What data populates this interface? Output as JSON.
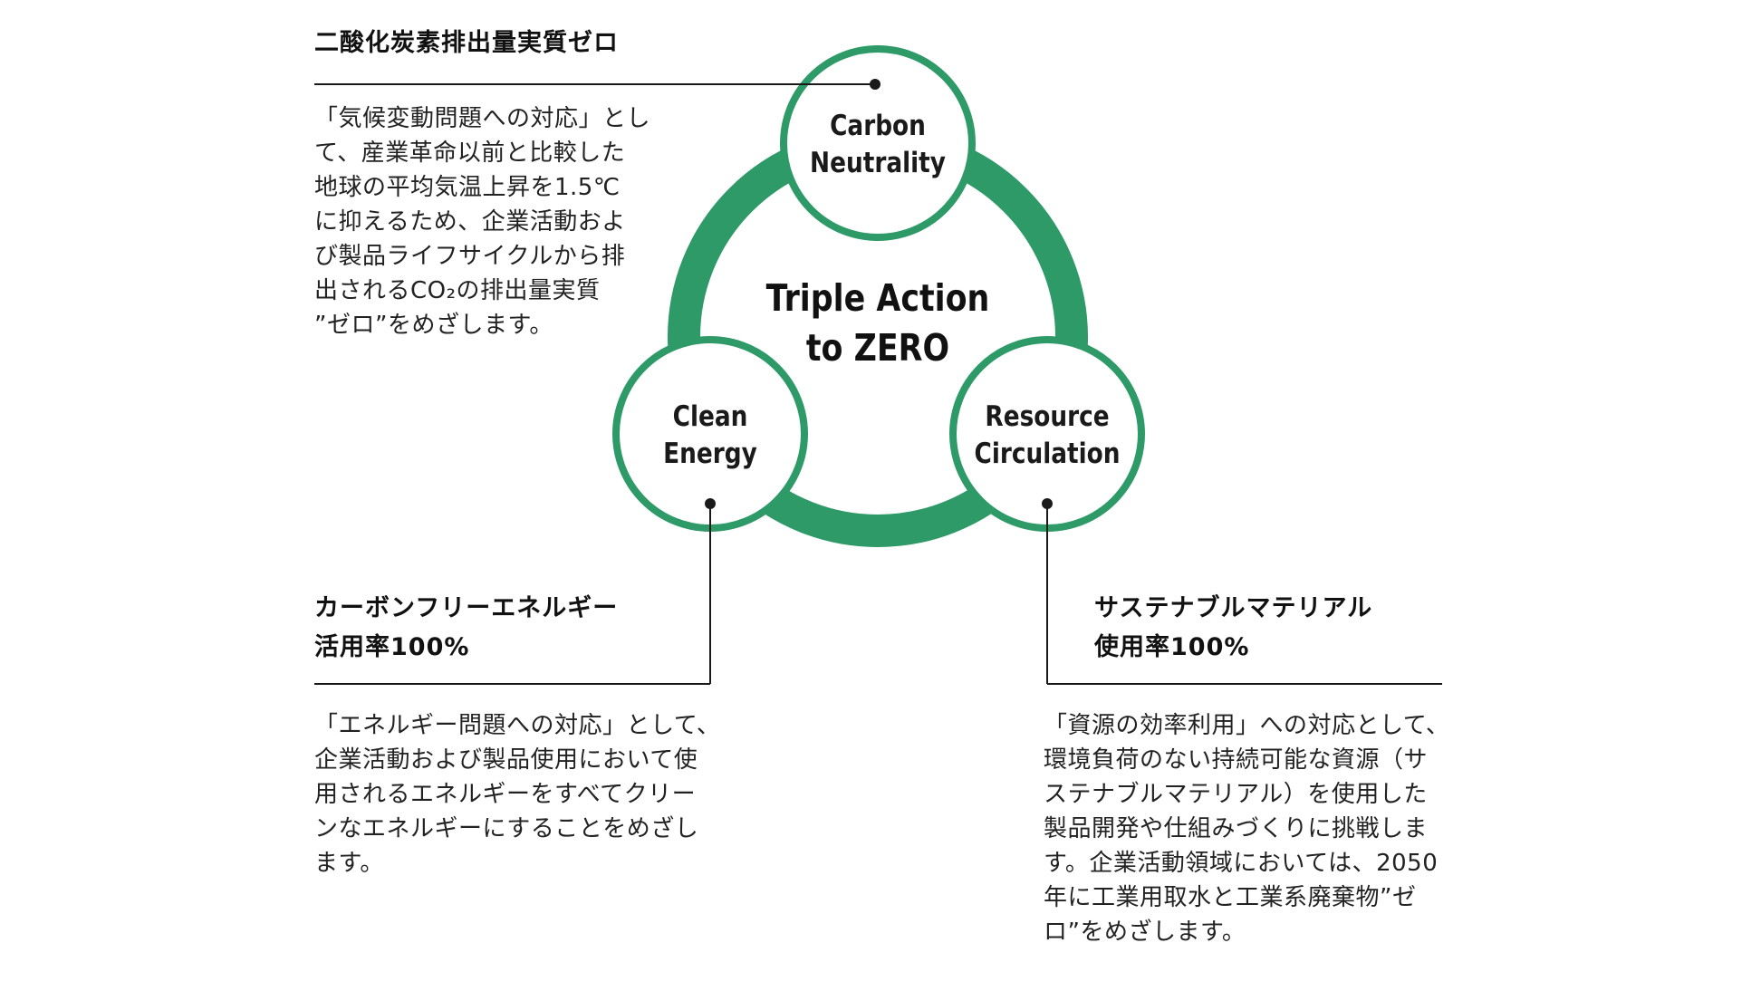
{
  "page": {
    "background_color": "#ffffff"
  },
  "colors": {
    "green": "#2e9a68",
    "heading_text": "#111111",
    "body_text": "#222222",
    "connector_line": "#1a1a1a"
  },
  "diagram": {
    "center_label": "Triple Action\nto ZERO",
    "nodes": {
      "carbon": {
        "label": "Carbon\nNeutrality"
      },
      "energy": {
        "label": "Clean\nEnergy"
      },
      "resource": {
        "label": "Resource\nCirculation"
      }
    }
  },
  "annotations": {
    "carbon": {
      "heading": "二酸化炭素排出量実質ゼロ",
      "body": "「気候変動問題への対応」とし\nて、産業革命以前と比較した\n地球の平均気温上昇を1.5℃\nに抑えるため、企業活動およ\nび製品ライフサイクルから排\n出されるCO₂の排出量実質\n”ゼロ”をめざします。"
    },
    "energy": {
      "heading": "カーボンフリーエネルギー\n活用率100%",
      "body": "「エネルギー問題への対応」として、\n企業活動および製品使用において使\n用されるエネルギーをすべてクリー\nンなエネルギーにすることをめざし\nます。"
    },
    "resource": {
      "heading": "サステナブルマテリアル\n使用率100%",
      "body": "「資源の効率利用」への対応として、\n環境負荷のない持続可能な資源（サ\nステナブルマテリアル）を使用した\n製品開発や仕組みづくりに挑戦しま\nす。企業活動領域においては、2050\n年に工業用取水と工業系廃棄物”ゼ\nロ”をめざします。"
    }
  }
}
